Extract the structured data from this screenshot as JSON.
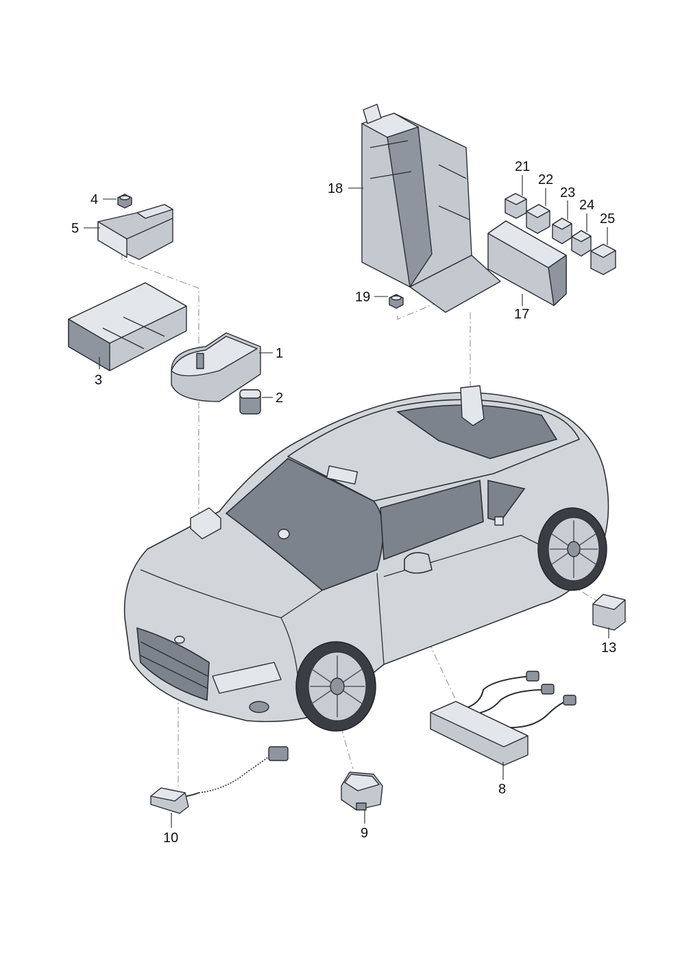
{
  "callouts": {
    "c1": "1",
    "c2": "2",
    "c3": "3",
    "c4": "4",
    "c5": "5",
    "c8": "8",
    "c9": "9",
    "c10": "10",
    "c13": "13",
    "c17": "17",
    "c18": "18",
    "c19": "19",
    "c21": "21",
    "c22": "22",
    "c23": "23",
    "c24": "24",
    "c25": "25"
  },
  "colors": {
    "part_fill": "#c4c9d0",
    "car_body": "#d2d6db",
    "glass": "#7d838c",
    "outline": "#2a2d33"
  }
}
